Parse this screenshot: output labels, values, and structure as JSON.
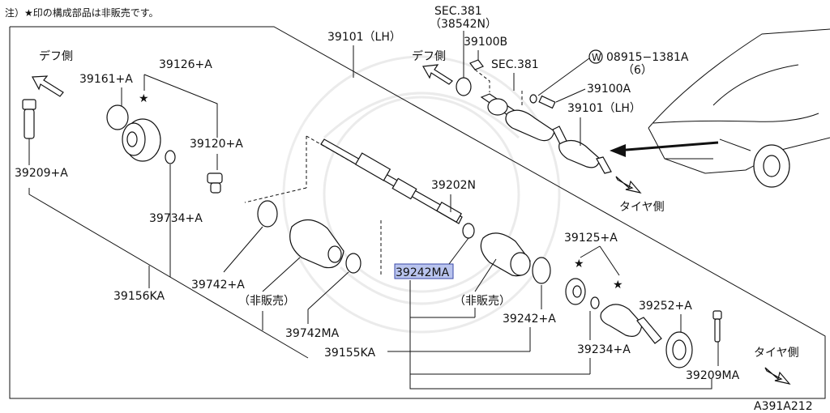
{
  "note": "注）★印の構成部品は非販売です。",
  "figure_code": "A391A212",
  "highlight_color": "#b9c4ee",
  "direction_labels": {
    "diff_left": "デフ側",
    "diff_right": "デフ側",
    "tire_upper": "タイヤ側",
    "tire_lower": "タイヤ側"
  },
  "not_sold": [
    "（非販売）",
    "（非販売）"
  ],
  "star": "★",
  "parts": {
    "p39101_top": "39101（LH）",
    "p39101_right": "39101（LH）",
    "sec381_top": "SEC.381",
    "p38542n": "（38542N）",
    "p39100b": "39100B",
    "sec381_mid": "SEC.381",
    "w_symbol": "W",
    "p08915": "08915−1381A",
    "qty6": "（6）",
    "p39100a": "39100A",
    "p39161a": "39161+A",
    "p39126a": "39126+A",
    "p39120a": "39120+A",
    "p39209a": "39209+A",
    "p39734a": "39734+A",
    "p39202n": "39202N",
    "p39742a": "39742+A",
    "p39156ka": "39156KA",
    "p39742ma": "39742MA",
    "p39242ma": "39242MA",
    "p39242a": "39242+A",
    "p39155ka": "39155KA",
    "p39125a": "39125+A",
    "p39252a": "39252+A",
    "p39234a": "39234+A",
    "p39209ma": "39209MA"
  }
}
